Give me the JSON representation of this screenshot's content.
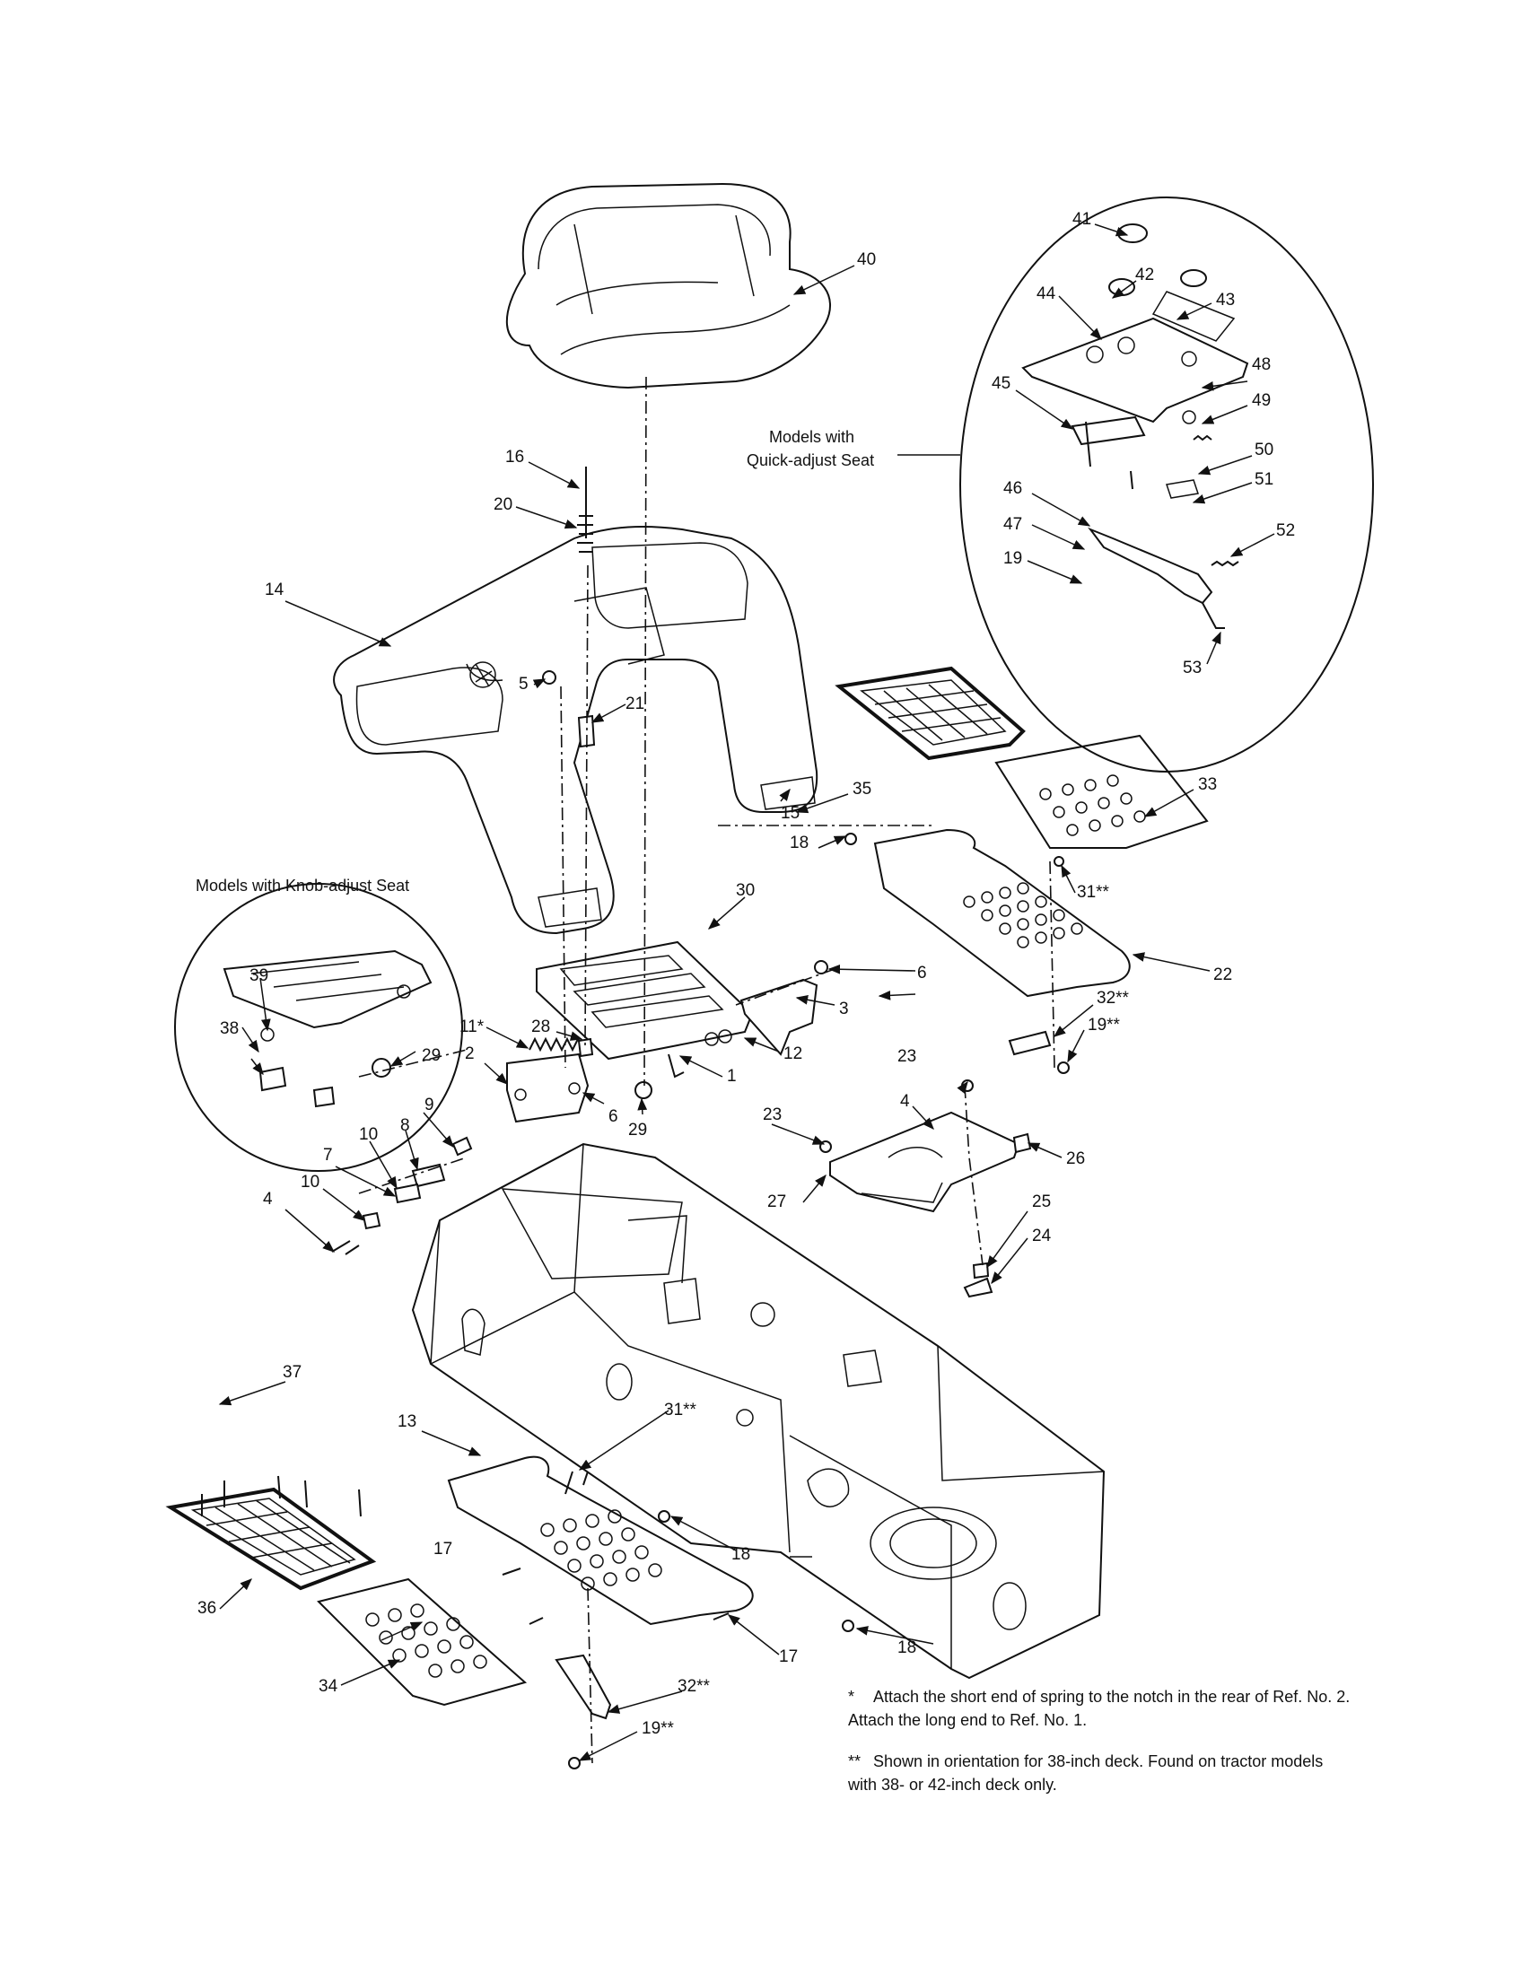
{
  "callouts": {
    "c1": "1",
    "c2": "2",
    "c3": "3",
    "c4a": "4",
    "c4b": "4",
    "c5": "5",
    "c6a": "6",
    "c6b": "6",
    "c7": "7",
    "c8": "8",
    "c9": "9",
    "c10a": "10",
    "c10b": "10",
    "c11": "11*",
    "c12": "12",
    "c13": "13",
    "c14": "14",
    "c15": "15",
    "c16": "16",
    "c17a": "17",
    "c17b": "17",
    "c18a": "18",
    "c18b": "18",
    "c18c": "18",
    "c19a": "19",
    "c19b": "19**",
    "c19c": "19**",
    "c20": "20",
    "c21": "21",
    "c22": "22",
    "c23a": "23",
    "c23b": "23",
    "c24": "24",
    "c25": "25",
    "c26": "26",
    "c27": "27",
    "c28": "28",
    "c29a": "29",
    "c29b": "29",
    "c30": "30",
    "c31a": "31**",
    "c31b": "31**",
    "c32a": "32**",
    "c32b": "32**",
    "c33": "33",
    "c34": "34",
    "c35": "35",
    "c36": "36",
    "c37": "37",
    "c38": "38",
    "c39": "39",
    "c40": "40",
    "c41": "41",
    "c42": "42",
    "c43": "43",
    "c44": "44",
    "c45": "45",
    "c46": "46",
    "c47": "47",
    "c48": "48",
    "c49": "49",
    "c50": "50",
    "c51": "51",
    "c52": "52",
    "c53": "53"
  },
  "captions": {
    "quick_adjust_line1": "Models with",
    "quick_adjust_line2": "Quick-adjust Seat",
    "knob_adjust": "Models with Knob-adjust Seat"
  },
  "notes": [
    {
      "mark": "*",
      "text": "Attach the short end of spring to the notch in the rear of Ref. No. 2. Attach the long end to Ref. No. 1."
    },
    {
      "mark": "**",
      "text": "Shown in orientation for 38-inch deck. Found on tractor models with 38- or 42-inch deck only."
    }
  ]
}
